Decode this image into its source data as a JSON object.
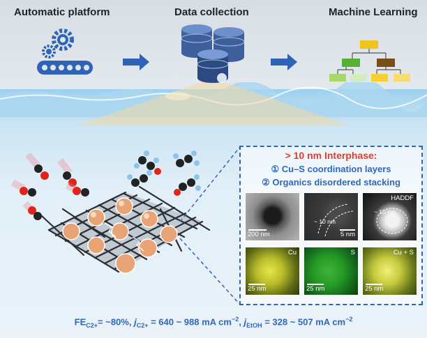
{
  "header": {
    "step1": "Automatic platform",
    "step2": "Data collection",
    "step3": "Machine Learning"
  },
  "panel": {
    "heading": "> 10 nm Interphase:",
    "point1": "① Cu–S coordination layers",
    "point2": "② Organics disordered stacking",
    "micrographs": [
      {
        "scale": "200 nm"
      },
      {
        "scale": "5 nm",
        "annotation": "~ 10 nm"
      },
      {
        "label": "HADDF",
        "annotation": "~ 10 nm"
      },
      {
        "label": "Cu",
        "scale": "25 nm"
      },
      {
        "label": "S",
        "scale": "25 nm"
      },
      {
        "label": "Cu + S",
        "scale": "25 nm"
      }
    ]
  },
  "metrics": {
    "fe_label": "FE",
    "fe_sub": "C2+",
    "fe_value": "= ~80%, ",
    "j1_label": "j",
    "j1_sub": "C2+",
    "j1_value": " = 640 ~ 988 mA cm",
    "j1_sup": "−2",
    "sep": ", ",
    "j2_label": "j",
    "j2_sub": "EtOH",
    "j2_value": " = 328 ~ 507 mA cm",
    "j2_sup": "−2"
  },
  "colors": {
    "arrow": "#2f63b5",
    "highlight": "#e23b2f",
    "text_blue": "#2e68b8",
    "particle": "#e8a477",
    "carbon_fiber": "#2b2e33"
  },
  "icons": [
    "gear-icon",
    "conveyor-icon",
    "database-icon",
    "decision-tree-icon",
    "molecule-icon",
    "catalyst-particle-icon"
  ]
}
